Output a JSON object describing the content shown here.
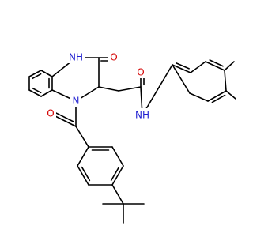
{
  "molecule": {
    "atoms": {
      "nh_ring": "NH",
      "o_ring": "O",
      "n_ring": "N",
      "o_amide": "O",
      "nh_amide": "NH",
      "o_benzoyl": "O"
    },
    "colors": {
      "bond": "#000000",
      "nitrogen": "#1f1fd1",
      "oxygen": "#d40000",
      "background": "#ffffff"
    }
  }
}
